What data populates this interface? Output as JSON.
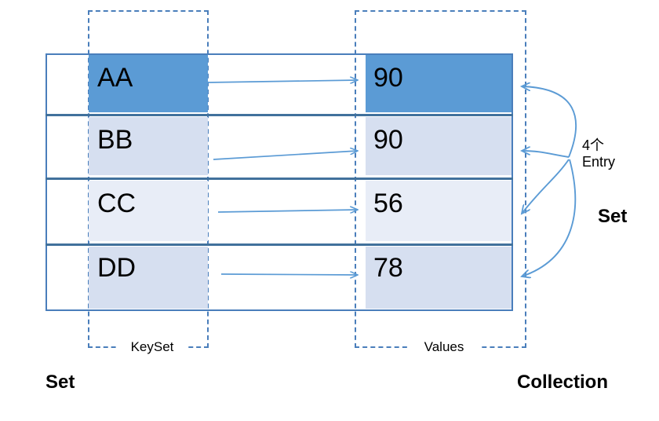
{
  "diagram": {
    "title_hidden": "",
    "colors": {
      "accent_blue": "#5b9bd5",
      "band_light": "#d6dff0",
      "band_lighter": "#e8edf7",
      "border_blue": "#4a7ebb",
      "separator_blue": "#41719c",
      "arrow_blue": "#5b9bd5",
      "text_black": "#000000",
      "background": "#ffffff"
    },
    "rows": [
      {
        "key": "AA",
        "value": "90",
        "key_fill": "#5b9bd5",
        "value_fill": "#5b9bd5"
      },
      {
        "key": "BB",
        "value": "90",
        "key_fill": "#d6dff0",
        "value_fill": "#d6dff0"
      },
      {
        "key": "CC",
        "value": "56",
        "key_fill": "#e8edf7",
        "value_fill": "#e8edf7"
      },
      {
        "key": "DD",
        "value": "78",
        "key_fill": "#d6dff0",
        "value_fill": "#d6dff0"
      }
    ],
    "groups": {
      "keyset_label": "KeySet",
      "values_label": "Values"
    },
    "annotations": {
      "entry_count": "4个",
      "entry_word": "Entry",
      "right_set": "Set",
      "bottom_left_set": "Set",
      "bottom_right_collection": "Collection"
    }
  }
}
